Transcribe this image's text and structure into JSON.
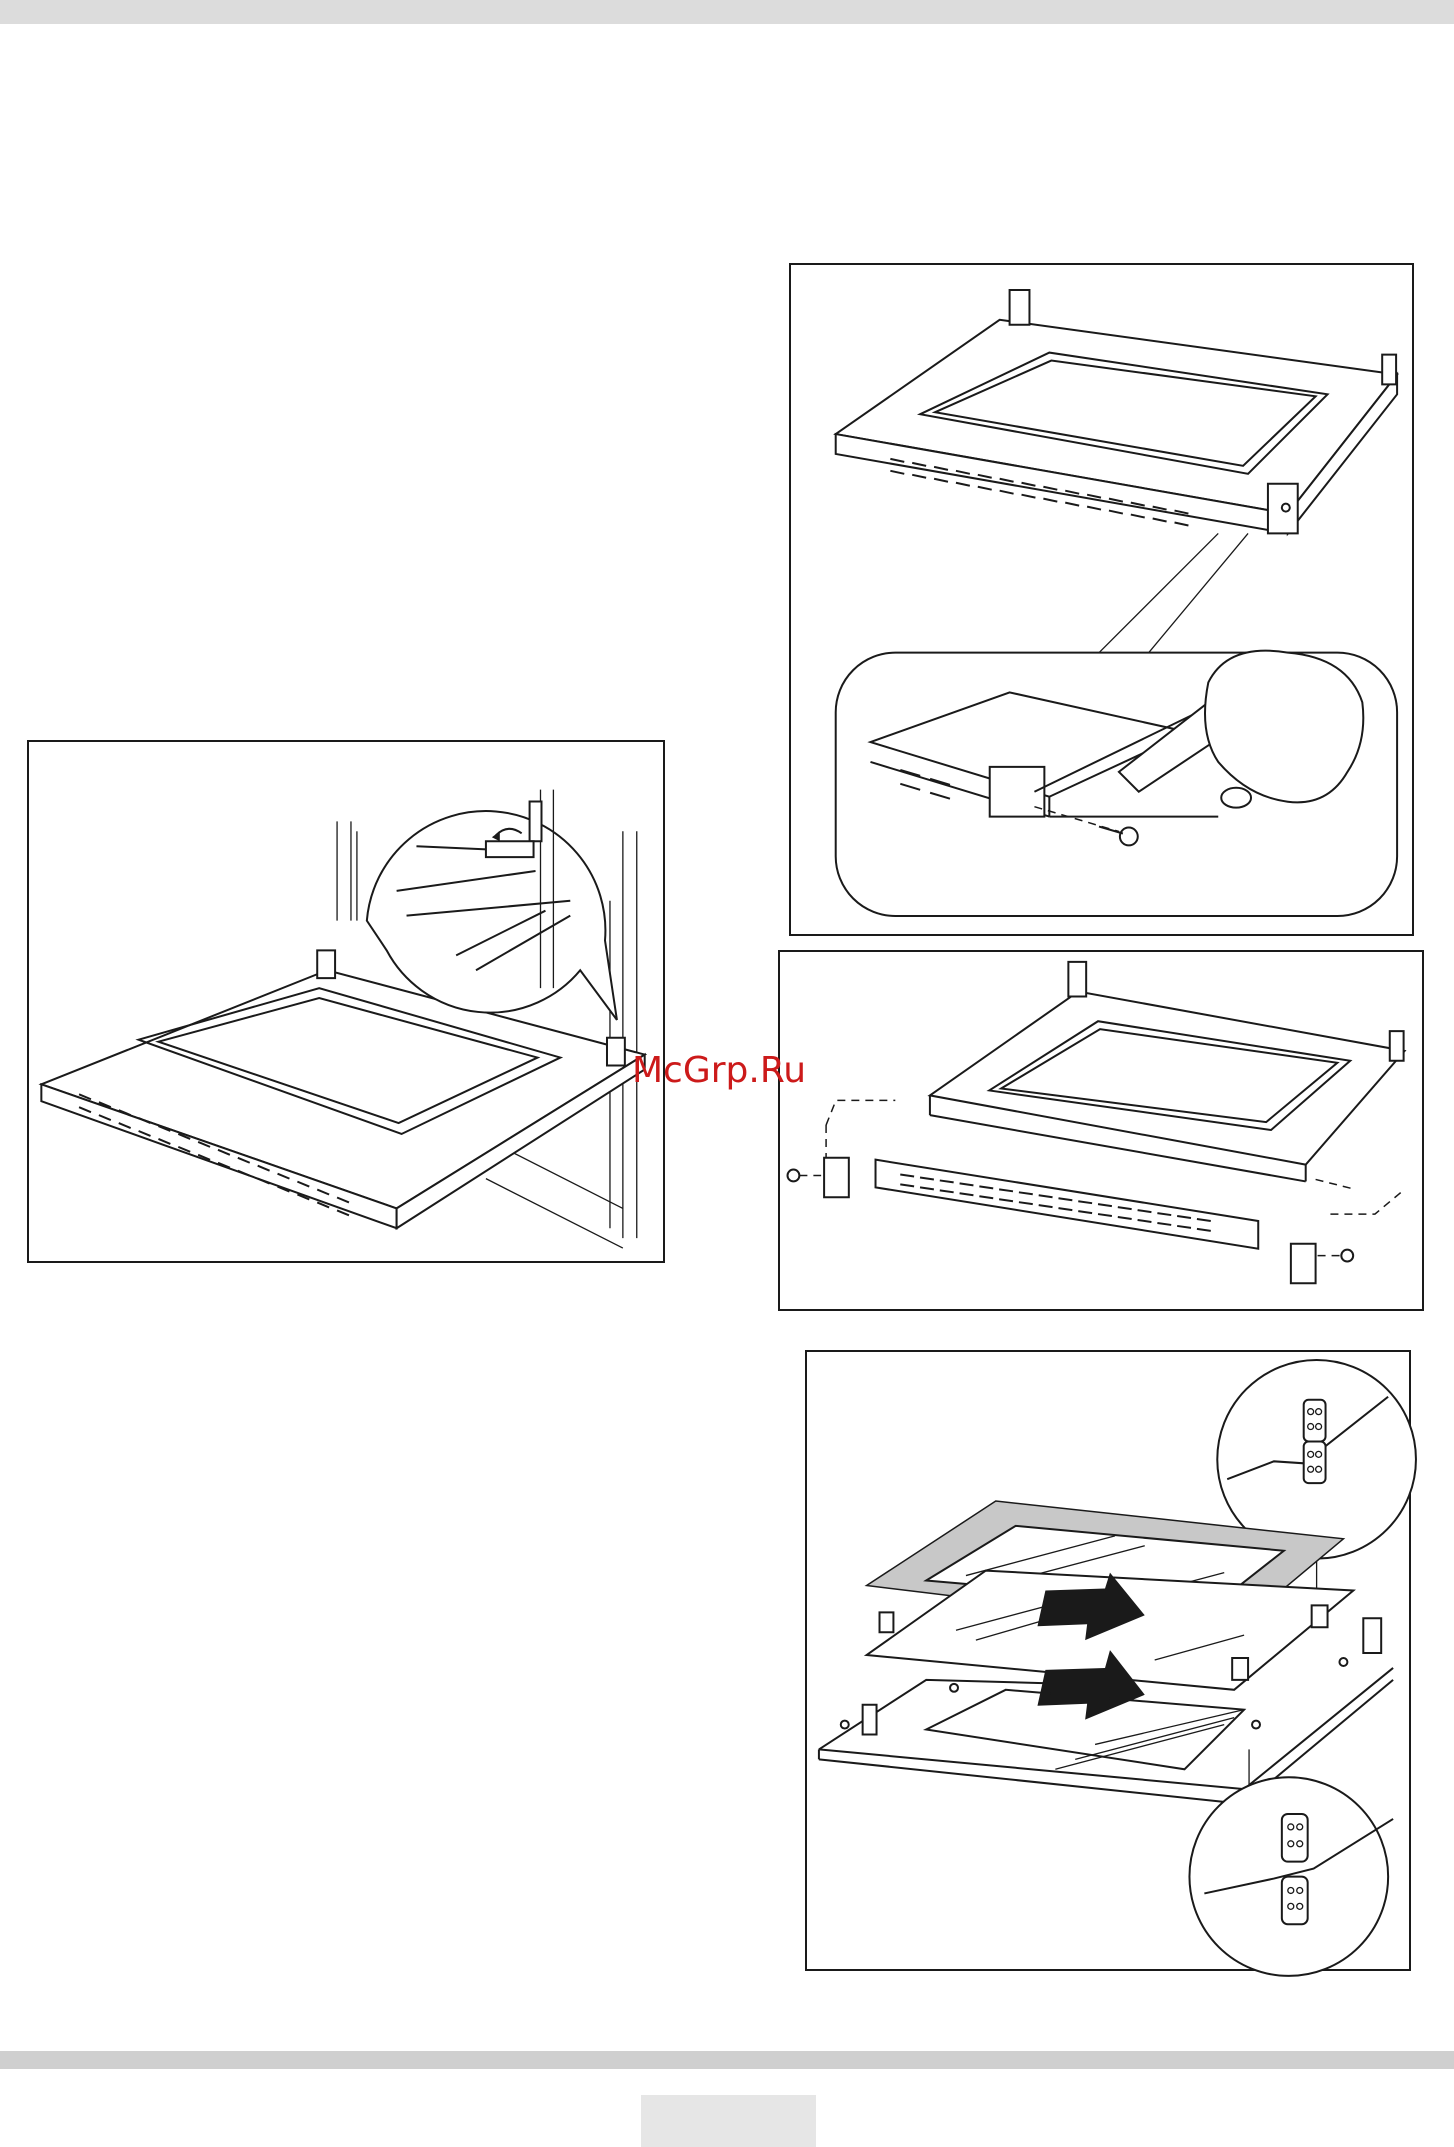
{
  "page": {
    "watermark": "McGrp.Ru"
  },
  "figures": [
    {
      "id": "fig-door-open",
      "depicts": "oven-door-open-hinge-lock"
    },
    {
      "id": "fig-screw",
      "depicts": "door-side-screw-removal"
    },
    {
      "id": "fig-strip",
      "depicts": "door-trim-strip-exploded"
    },
    {
      "id": "fig-glass",
      "depicts": "door-glass-panels-removal"
    }
  ]
}
